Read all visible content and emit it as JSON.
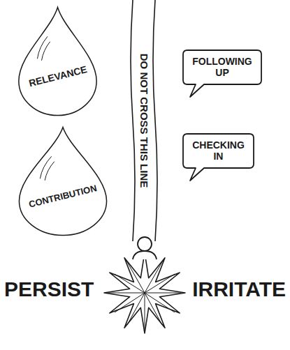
{
  "diagram": {
    "nodes": [
      {
        "text": [
          "RELEVANCE"
        ]
      },
      {
        "text": [
          "DO NOT CROSS THIS LINE"
        ]
      },
      {
        "text": [
          "FOLLOWING UP"
        ]
      },
      {
        "text": [
          "CONTRIBUTION"
        ]
      },
      {
        "text": [
          "CHECKING IN"
        ]
      }
    ],
    "labels": [
      "PERSIST",
      "IRRITATE"
    ]
  }
}
